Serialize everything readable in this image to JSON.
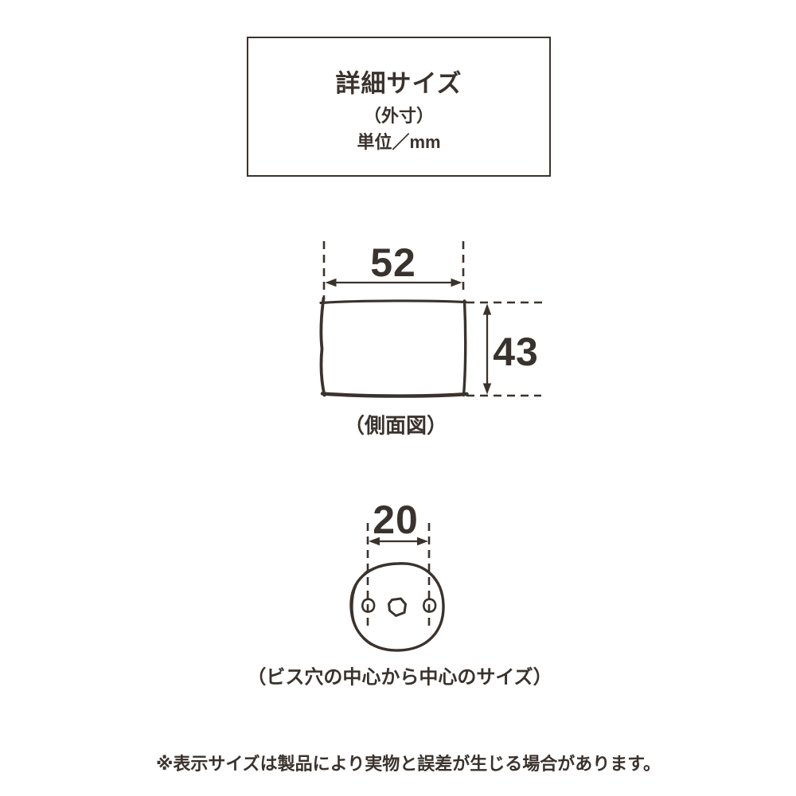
{
  "colors": {
    "ink": "#3a322d",
    "background": "#ffffff"
  },
  "header": {
    "title": "詳細サイズ",
    "dimension_type": "（外寸）",
    "unit": "単位／mm"
  },
  "side_view": {
    "width_mm": "52",
    "height_mm": "43",
    "caption": "（側面図）"
  },
  "bottom_view": {
    "hole_pitch_mm": "20",
    "caption": "（ビス穴の中心から中心のサイズ）"
  },
  "footnote": "※表示サイズは製品により実物と誤差が生じる場合があります。"
}
